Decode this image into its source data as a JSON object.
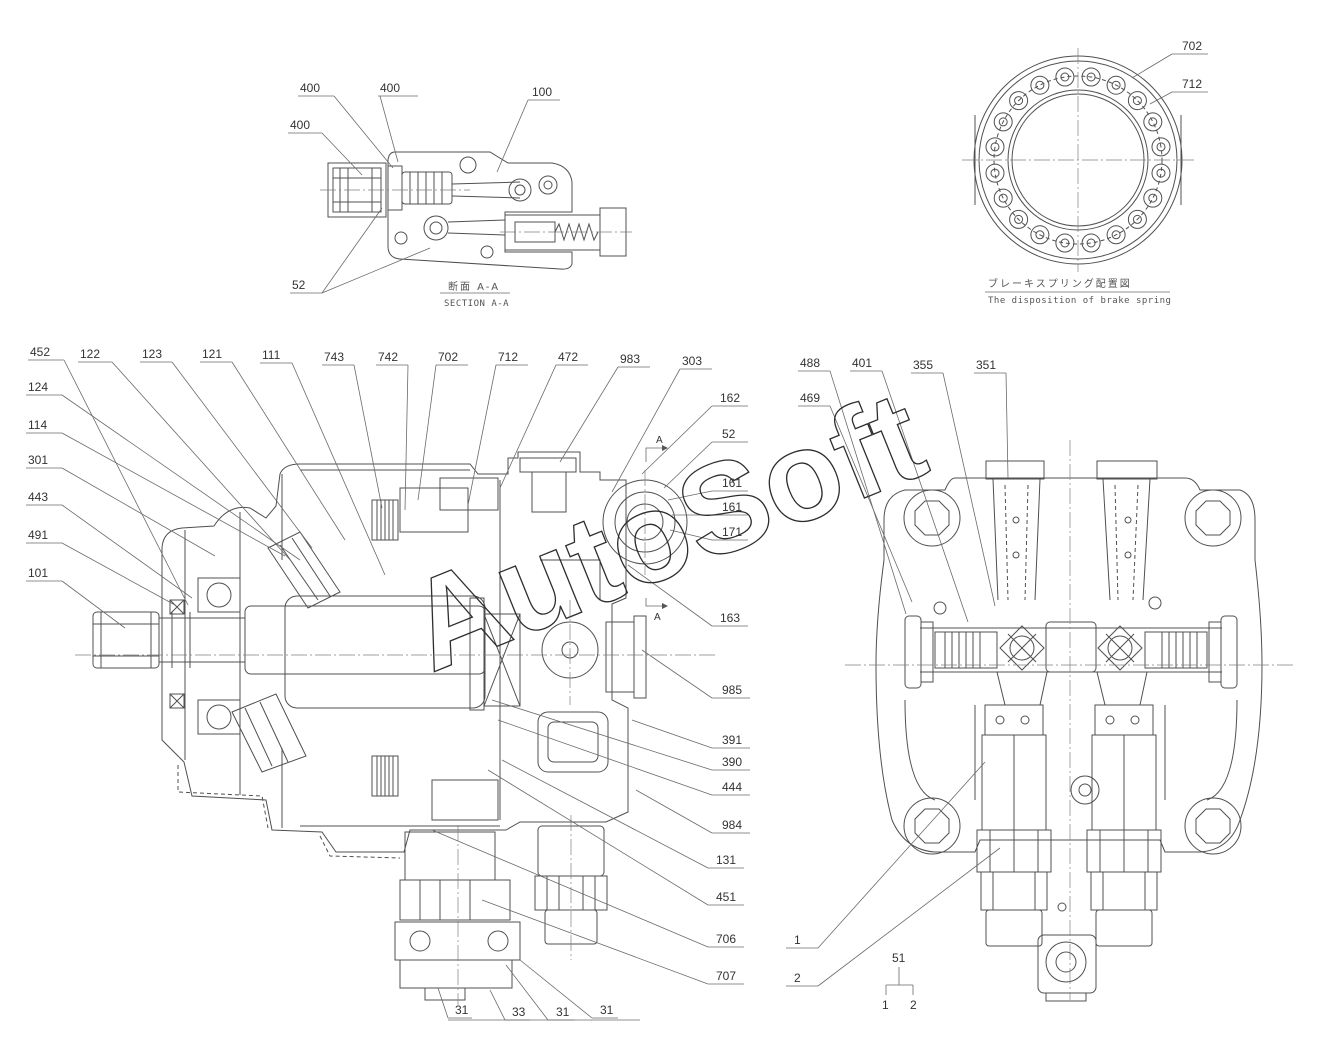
{
  "section_view": {
    "labels": [
      "400",
      "400",
      "400",
      "100",
      "52"
    ],
    "title_ja": "断面 A-A",
    "title_en": "SECTION A-A"
  },
  "brake_spring_view": {
    "labels": [
      "702",
      "712"
    ],
    "title_ja": "ブレーキスプリング配置図",
    "title_en": "The disposition of brake spring"
  },
  "main_view": {
    "labels": [
      "452",
      "122",
      "123",
      "121",
      "111",
      "743",
      "742",
      "702",
      "712",
      "472",
      "983",
      "303",
      "124",
      "114",
      "301",
      "443",
      "491",
      "101",
      "162",
      "52",
      "161",
      "161",
      "171",
      "163",
      "985",
      "391",
      "390",
      "444",
      "984",
      "131",
      "451",
      "706",
      "707",
      "31",
      "33",
      "31",
      "31"
    ],
    "section_marks": [
      "A",
      "A"
    ]
  },
  "side_view": {
    "labels": [
      "488",
      "401",
      "355",
      "351",
      "469",
      "1",
      "2"
    ],
    "assembly": {
      "parent": "51",
      "children": [
        "1",
        "2"
      ]
    }
  },
  "watermark": "AutoSoft"
}
